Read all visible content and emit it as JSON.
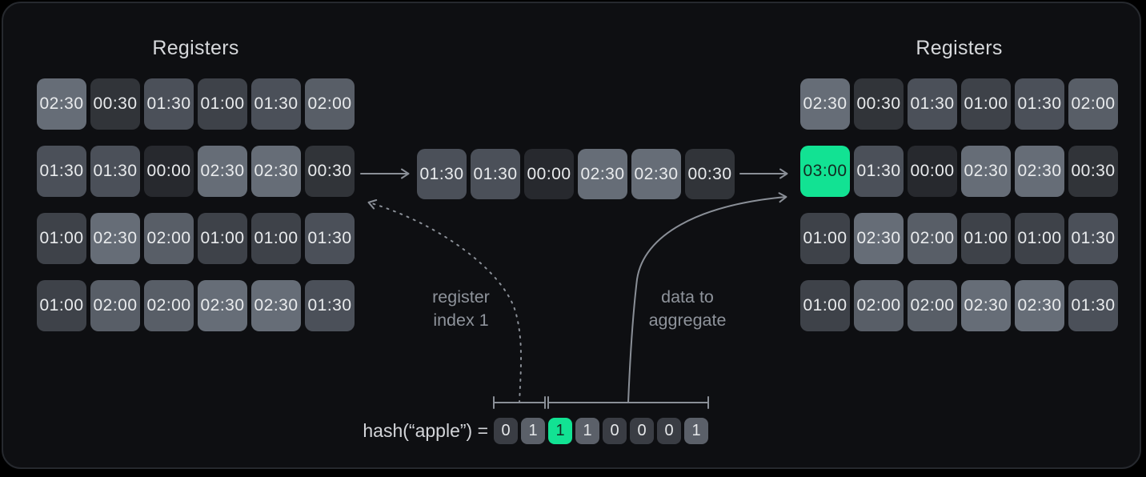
{
  "left_registers": {
    "title": "Registers",
    "rows": [
      [
        "02:30",
        "00:30",
        "01:30",
        "01:00",
        "01:30",
        "02:00"
      ],
      [
        "01:30",
        "01:30",
        "00:00",
        "02:30",
        "02:30",
        "00:30"
      ],
      [
        "01:00",
        "02:30",
        "02:00",
        "01:00",
        "01:00",
        "01:30"
      ],
      [
        "01:00",
        "02:00",
        "02:00",
        "02:30",
        "02:30",
        "01:30"
      ]
    ]
  },
  "extracted_row": {
    "values": [
      "01:30",
      "01:30",
      "00:00",
      "02:30",
      "02:30",
      "00:30"
    ]
  },
  "right_registers": {
    "title": "Registers",
    "rows": [
      [
        "02:30",
        "00:30",
        "01:30",
        "01:00",
        "01:30",
        "02:00"
      ],
      [
        "03:00",
        "01:30",
        "00:00",
        "02:30",
        "02:30",
        "00:30"
      ],
      [
        "01:00",
        "02:30",
        "02:00",
        "01:00",
        "01:00",
        "01:30"
      ],
      [
        "01:00",
        "02:00",
        "02:00",
        "02:30",
        "02:30",
        "01:30"
      ]
    ],
    "highlight_cell": {
      "row": 1,
      "col": 0,
      "value": "03:00"
    }
  },
  "hash": {
    "label": "hash(“apple”) =",
    "bits": [
      "0",
      "1",
      "1",
      "1",
      "0",
      "0",
      "0",
      "1"
    ],
    "highlight_index": 2,
    "index_bits_count": 2
  },
  "annotations": {
    "register_index_line1": "register",
    "register_index_line2": "index 1",
    "data_aggregate_line1": "data to",
    "data_aggregate_line2": "aggregate"
  },
  "colors": {
    "accent_green": "#12e293",
    "highlight_value": "03:00",
    "highlight_text": "#132a21",
    "arrow_gray": "#8a8f97",
    "value_shades": {
      "00:00": "#27292e",
      "00:30": "#313439",
      "01:00": "#3e4249",
      "01:30": "#4b5059",
      "02:00": "#585e67",
      "02:30": "#666d77",
      "03:00": "#12e293"
    },
    "bit_shades": {
      "0": "#3a3d44",
      "1": "#5b6069"
    }
  }
}
